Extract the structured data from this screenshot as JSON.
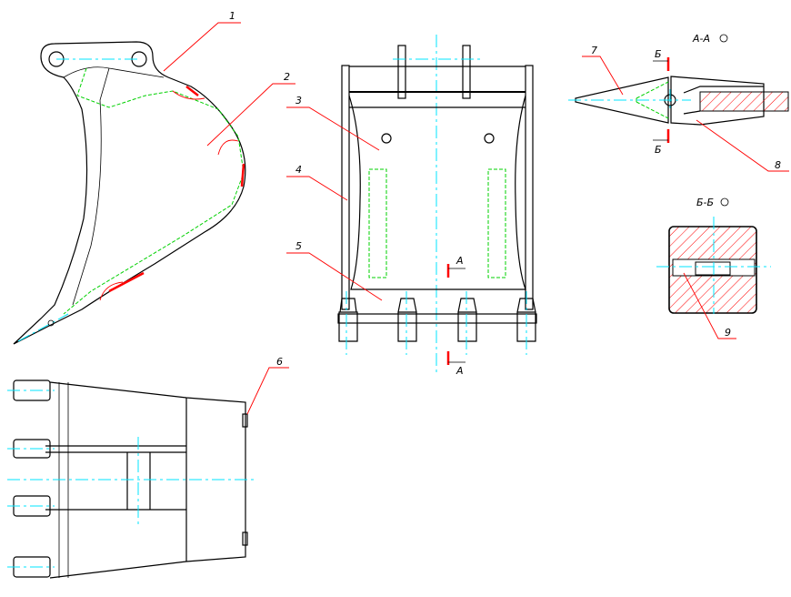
{
  "drawing": {
    "callouts": [
      "1",
      "2",
      "3",
      "4",
      "5",
      "6",
      "7",
      "8",
      "9"
    ],
    "section_aa": "А-А",
    "section_bb": "Б-Б",
    "cut_a": "А",
    "cut_b": "Б"
  },
  "colors": {
    "outline": "#000000",
    "centerline": "#00e5ff",
    "hidden": "#00d000",
    "leader": "#ff0000"
  }
}
